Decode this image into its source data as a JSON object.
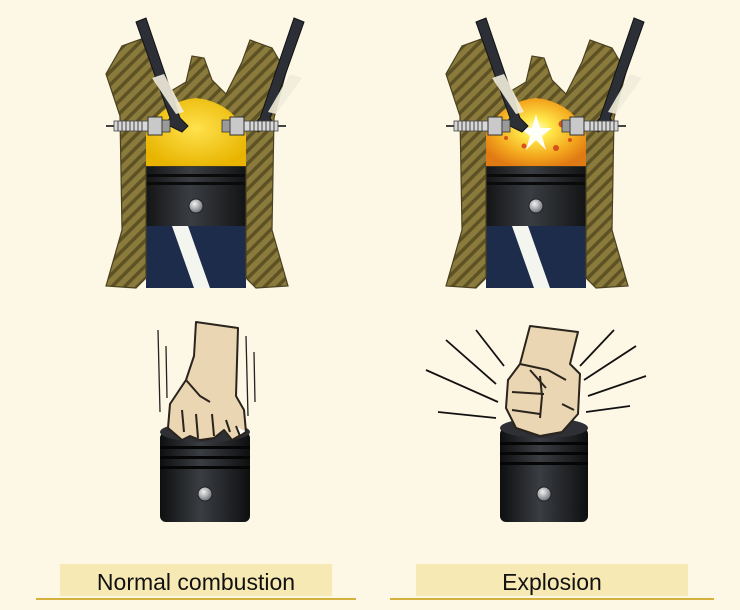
{
  "panels": [
    {
      "id": "normal",
      "label": "Normal combustion"
    },
    {
      "id": "explosion",
      "label": "Explosion"
    }
  ],
  "colors": {
    "background": "#fdf7e6",
    "caption_band": "#f7e9b4",
    "caption_rule": "#d4b13c",
    "cylinder_wall": "#8a7b3c",
    "wall_hatch": "#5e5224",
    "chamber_fuel": "#f0c21a",
    "explosion_flash": "#ffef4a",
    "piston": "#1d1f22",
    "cylinder_bore": "#1c2c4a",
    "connecting_rod": "#f5f5f0",
    "hand_skin": "#ead6b3",
    "skin_outline": "#2a241c"
  },
  "icons": [
    "engine-cylinder-icon",
    "spark-plug-icon",
    "valve-icon",
    "piston-icon",
    "hand-icon",
    "fist-icon",
    "motion-lines-icon"
  ]
}
